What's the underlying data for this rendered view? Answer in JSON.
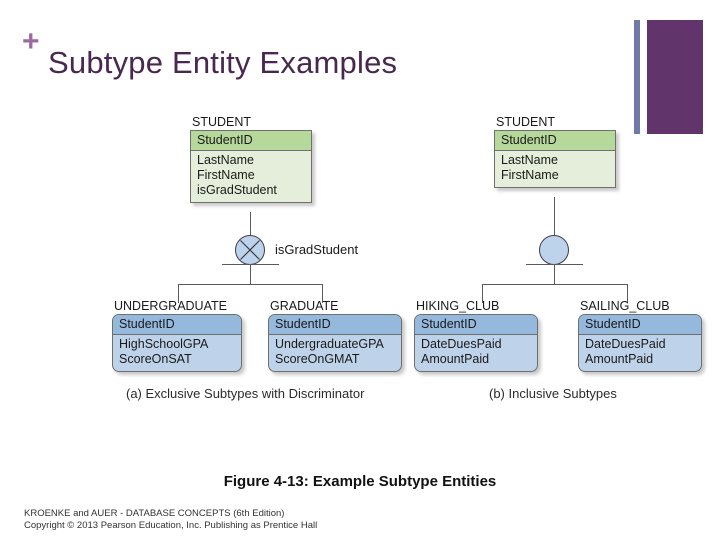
{
  "slide": {
    "bullet_glyph": "+",
    "title": "Subtype Entity Examples",
    "title_color": "#48284f",
    "bullet_color": "#9c6aa0",
    "deco_bar_thin_color": "#6f7aa8",
    "deco_bar_wide_color": "#61356b"
  },
  "figure": {
    "caption": "Figure 4-13:  Example Subtype Entities",
    "palette": {
      "supertype_header": "#b6d89b",
      "supertype_body": "#e4eeda",
      "subtype_header": "#95b8dd",
      "subtype_body": "#bed3ea",
      "connector": "#59595f",
      "circle_fill": "#bdd3ec"
    },
    "panels": [
      {
        "id": "exclusive",
        "label": "(a) Exclusive Subtypes with Discriminator",
        "discriminator_label": "isGradStudent",
        "circle_kind": "exclusive-x-circle",
        "supertype": {
          "title": "STUDENT",
          "key": "StudentID",
          "attributes": [
            "LastName",
            "FirstName",
            "isGradStudent"
          ]
        },
        "subtypes": [
          {
            "title": "UNDERGRADUATE",
            "key": "StudentID",
            "attributes": [
              "HighSchoolGPA",
              "ScoreOnSAT"
            ]
          },
          {
            "title": "GRADUATE",
            "key": "StudentID",
            "attributes": [
              "UndergraduateGPA",
              "ScoreOnGMAT"
            ]
          }
        ]
      },
      {
        "id": "inclusive",
        "label": "(b) Inclusive Subtypes",
        "discriminator_label": "",
        "circle_kind": "plain-circle",
        "supertype": {
          "title": "STUDENT",
          "key": "StudentID",
          "attributes": [
            "LastName",
            "FirstName"
          ]
        },
        "subtypes": [
          {
            "title": "HIKING_CLUB",
            "key": "StudentID",
            "attributes": [
              "DateDuesPaid",
              "AmountPaid"
            ]
          },
          {
            "title": "SAILING_CLUB",
            "key": "StudentID",
            "attributes": [
              "DateDuesPaid",
              "AmountPaid"
            ]
          }
        ]
      }
    ]
  },
  "credit": {
    "line1": "KROENKE and AUER -  DATABASE CONCEPTS (6th Edition)",
    "line2": "Copyright © 2013 Pearson Education, Inc. Publishing as Prentice Hall"
  }
}
